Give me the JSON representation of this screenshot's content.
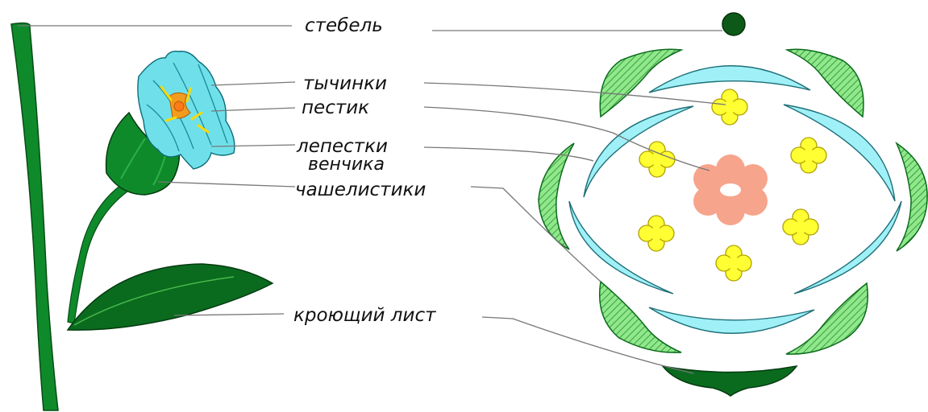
{
  "labels": {
    "stem": "стебель",
    "stamens": "тычинки",
    "pistil": "пестик",
    "petals_line1": "лепестки",
    "petals_line2": "венчика",
    "sepals": "чашелистики",
    "bract": "кроющий лист"
  },
  "colors": {
    "stem_green": "#0f8a2a",
    "leaf_dark": "#0a6b1e",
    "sepal_light": "#7fe07a",
    "petal_cyan": "#9ff0f7",
    "stamen_yellow": "#ffff33",
    "pistil_salmon": "#f7a48c",
    "axis_dot": "#0d5a18",
    "leader_line": "#777777"
  }
}
